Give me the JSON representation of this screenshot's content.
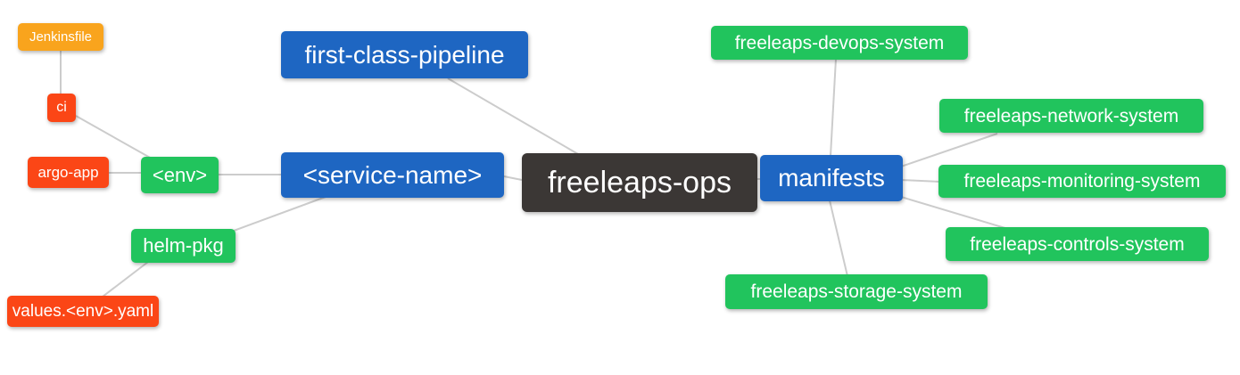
{
  "diagram": {
    "type": "mindmap",
    "root": "freeleaps-ops"
  },
  "colors": {
    "root_bg": "#3b3735",
    "branch_blue": "#1e66c2",
    "leaf_green": "#21c45d",
    "leaf_red": "#fb4616",
    "leaf_orange": "#f9a41d",
    "edge": "#cccccc",
    "node_text": "#ffffff",
    "background": "#ffffff"
  },
  "nodes": {
    "jenkinsfile": {
      "label": "Jenkinsfile",
      "color": "#f9a41d"
    },
    "ci": {
      "label": "ci",
      "color": "#fb4616"
    },
    "argo_app": {
      "label": "argo-app",
      "color": "#fb4616"
    },
    "env": {
      "label": "<env>",
      "color": "#21c45d"
    },
    "helm_pkg": {
      "label": "helm-pkg",
      "color": "#21c45d"
    },
    "values_env_yaml": {
      "label": "values.<env>.yaml",
      "color": "#fb4616"
    },
    "first_class_pipeline": {
      "label": "first-class-pipeline",
      "color": "#1e66c2"
    },
    "service_name": {
      "label": "<service-name>",
      "color": "#1e66c2"
    },
    "freeleaps_ops": {
      "label": "freeleaps-ops",
      "color": "#3b3735"
    },
    "manifests": {
      "label": "manifests",
      "color": "#1e66c2"
    },
    "devops_system": {
      "label": "freeleaps-devops-system",
      "color": "#21c45d"
    },
    "network_system": {
      "label": "freeleaps-network-system",
      "color": "#21c45d"
    },
    "monitoring_system": {
      "label": "freeleaps-monitoring-system",
      "color": "#21c45d"
    },
    "controls_system": {
      "label": "freeleaps-controls-system",
      "color": "#21c45d"
    },
    "storage_system": {
      "label": "freeleaps-storage-system",
      "color": "#21c45d"
    }
  },
  "edges": [
    {
      "from": "jenkinsfile",
      "to": "ci"
    },
    {
      "from": "ci",
      "to": "env"
    },
    {
      "from": "argo_app",
      "to": "env"
    },
    {
      "from": "env",
      "to": "service_name"
    },
    {
      "from": "service_name",
      "to": "helm_pkg"
    },
    {
      "from": "helm_pkg",
      "to": "values_env_yaml"
    },
    {
      "from": "first_class_pipeline",
      "to": "freeleaps_ops"
    },
    {
      "from": "service_name",
      "to": "freeleaps_ops"
    },
    {
      "from": "freeleaps_ops",
      "to": "manifests"
    },
    {
      "from": "manifests",
      "to": "devops_system"
    },
    {
      "from": "manifests",
      "to": "network_system"
    },
    {
      "from": "manifests",
      "to": "monitoring_system"
    },
    {
      "from": "manifests",
      "to": "controls_system"
    },
    {
      "from": "manifests",
      "to": "storage_system"
    }
  ]
}
